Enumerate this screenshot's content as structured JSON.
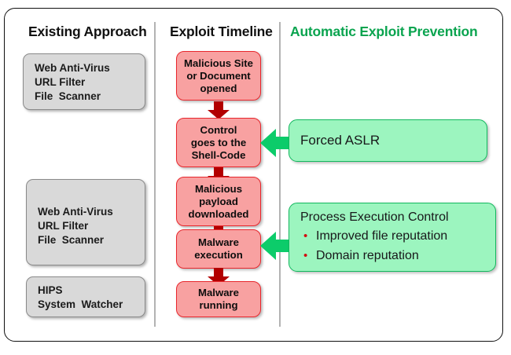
{
  "diagram": {
    "title_columns": {
      "existing_approach": "Existing Approach",
      "exploit_timeline": "Exploit Timeline",
      "automatic_exploit_prevention": "Automatic Exploit Prevention"
    },
    "colors": {
      "accent_green": "#0aa44f",
      "arrow_green": "#0ccc6a",
      "green_box_fill": "#9cf5bf",
      "green_box_border": "#12b85e",
      "pink_box_fill": "#f8a1a1",
      "pink_box_border": "#e8272d",
      "red_arrow": "#b20000",
      "grey_box_fill": "#d9d9d9",
      "grey_box_border": "#8a8a8a",
      "divider": "#b3b3b3",
      "frame_border": "#101010",
      "bullet_red": "#d01010"
    }
  },
  "existing_approach": {
    "boxes": [
      {
        "id": "web-av-top",
        "lines": [
          "Web Anti-Virus",
          "URL Filter",
          "File  Scanner"
        ]
      },
      {
        "id": "web-av-mid",
        "lines": [
          "Web Anti-Virus",
          "URL Filter",
          "File  Scanner"
        ]
      },
      {
        "id": "hips",
        "lines": [
          "HIPS",
          "System  Watcher"
        ]
      }
    ]
  },
  "exploit_timeline": {
    "steps": [
      {
        "id": "malicious-site",
        "lines": [
          "Malicious Site",
          "or Document",
          "opened"
        ]
      },
      {
        "id": "control-shellcode",
        "lines": [
          "Control",
          "goes to the",
          "Shell-Code"
        ]
      },
      {
        "id": "payload-downloaded",
        "lines": [
          "Malicious",
          "payload",
          "downloaded"
        ]
      },
      {
        "id": "malware-execution",
        "lines": [
          "Malware",
          "execution"
        ]
      },
      {
        "id": "malware-running",
        "lines": [
          "Malware",
          "running"
        ]
      }
    ]
  },
  "automatic_exploit_prevention": {
    "mitigations": [
      {
        "id": "forced-aslr",
        "title": "Forced ASLR",
        "bullets": []
      },
      {
        "id": "process-execution-control",
        "title": "Process Execution Control",
        "bullets": [
          "Improved file reputation",
          "Domain reputation"
        ],
        "bullet_glyph": "•"
      }
    ]
  }
}
